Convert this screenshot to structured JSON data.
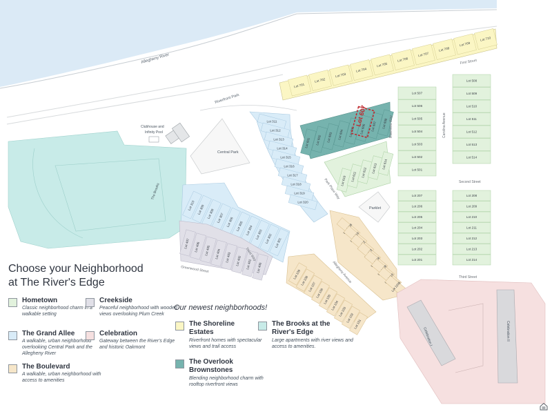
{
  "map": {
    "river_label": "Allegheny River",
    "park_labels": {
      "riverfront_park": "Riverfront Park",
      "central_park": "Central Park",
      "clubhouse": "Clubhouse and Infinity Pool",
      "parklet": "Parklet",
      "the_brooks": "The Brooks",
      "celebration_1": "Celebration I",
      "celebration_2": "Celebration II"
    },
    "streets": {
      "first": "First Street",
      "second": "Second Street",
      "third": "Third Street",
      "riverview": "Riverview Way",
      "carolina": "Carolina Avenue",
      "park_place": "Park Place Way",
      "allegheny": "Allegheny Avenue",
      "third_way": "Third Way",
      "greenwood": "Greenwood Street"
    },
    "lots_shoreline": [
      "Lot 701",
      "Lot 702",
      "Lot 703",
      "Lot 704",
      "Lot 705",
      "Lot 706",
      "Lot 707",
      "Lot 708",
      "Lot 709",
      "Lot 710"
    ],
    "lots_hometown_a": [
      "Lot 507",
      "Lot 506",
      "Lot 505",
      "Lot 504",
      "Lot 503",
      "Lot 502",
      "Lot 501"
    ],
    "lots_hometown_b": [
      "Lot 508",
      "Lot 509",
      "Lot 510",
      "Lot 511",
      "Lot 512",
      "Lot 513",
      "Lot 514"
    ],
    "lots_hometown_c": [
      "Lot 207",
      "Lot 206",
      "Lot 205",
      "Lot 204",
      "Lot 203",
      "Lot 202",
      "Lot 201"
    ],
    "lots_hometown_d": [
      "Lot 208",
      "Lot 209",
      "Lot 210",
      "Lot 211",
      "Lot 212",
      "Lot 213",
      "Lot 214"
    ],
    "lots_overlook": [
      "Lot 601",
      "Lot 602",
      "Lot 603",
      "Lot 604",
      "Lot 605",
      "Lot 606",
      "Lot 607",
      "Lot 608"
    ],
    "lots_hometown_e": [
      "Lot 610",
      "Lot 611",
      "Lot 612",
      "Lot 613",
      "Lot 614"
    ],
    "lots_grand_upper": [
      "Lot 311",
      "Lot 312",
      "Lot 313",
      "Lot 314",
      "Lot 315",
      "Lot 316",
      "Lot 317",
      "Lot 318",
      "Lot 319",
      "Lot 320"
    ],
    "lots_grand_lower": [
      "Lot 310",
      "Lot 309",
      "Lot 308",
      "Lot 307",
      "Lot 306",
      "Lot 305",
      "Lot 304",
      "Lot 303",
      "Lot 302",
      "Lot 301"
    ],
    "lots_creekside": [
      "Lot 407",
      "Lot 406",
      "Lot 405",
      "Lot 404",
      "Lot 403",
      "Lot 402",
      "Lot 401",
      "Lot 400"
    ],
    "lots_boulevard_a": [
      "Lot 1108",
      "Lot 1110",
      "Lot 112",
      "Lot 113",
      "Lot 1104",
      "Lot 1108",
      "Lot 1110",
      "Lot 1106"
    ],
    "lots_boulevard_b": [
      "Lot 109",
      "Lot 108",
      "Lot 107",
      "Lot 106",
      "Lot 105",
      "Lot 104",
      "Lot 103",
      "Lot 102",
      "Lot 101"
    ],
    "highlight_lot": "Lot 607"
  },
  "legend": {
    "title_line1": "Choose your Neighborhood",
    "title_line2": "at The River's Edge",
    "newest_heading": "Our newest neighborhoods!",
    "items": [
      {
        "name": "Hometown",
        "desc": "Classic neighborhood charm in a walkable setting",
        "color": "#e2f2dd"
      },
      {
        "name": "Creekside",
        "desc": "Peaceful neighborhood with wooded views overlooking Plum Creek",
        "color": "#e1e0e8"
      },
      {
        "name": "The Grand Allee",
        "desc": "A walkable, urban neighborhood overlooking Central Park and the Allegheny River",
        "color": "#d9ecf8"
      },
      {
        "name": "Celebration",
        "desc": "Gateway between the River's Edge and historic Oakmont",
        "color": "#f6e0e0"
      },
      {
        "name": "The Boulevard",
        "desc": "A walkable, urban neighborhood with access to amenities",
        "color": "#f6e6c9"
      },
      {
        "name": "The Shoreline Estates",
        "desc": "Riverfront homes with spectacular views and trail access",
        "color": "#fbf6c4"
      },
      {
        "name": "The Brooks at the River's Edge",
        "desc": "Large apartments with river views and access to amenities.",
        "color": "#c8ebe8"
      },
      {
        "name": "The Overlook Brownstones",
        "desc": "Blending neighborhood charm with rooftop riverfront views",
        "color": "#76b3ae"
      }
    ]
  },
  "colors": {
    "river": "#dbeaf6",
    "hometown": "#e2f2dd",
    "creekside": "#e1e0e8",
    "grand_allee": "#d9ecf8",
    "celebration": "#f6e0e0",
    "boulevard": "#f6e6c9",
    "shoreline": "#fbf6c4",
    "brooks": "#c8ebe8",
    "overlook": "#76b3ae",
    "road": "#f3f4f4",
    "park": "#f1f2f2",
    "highlight": "#c0282e"
  }
}
